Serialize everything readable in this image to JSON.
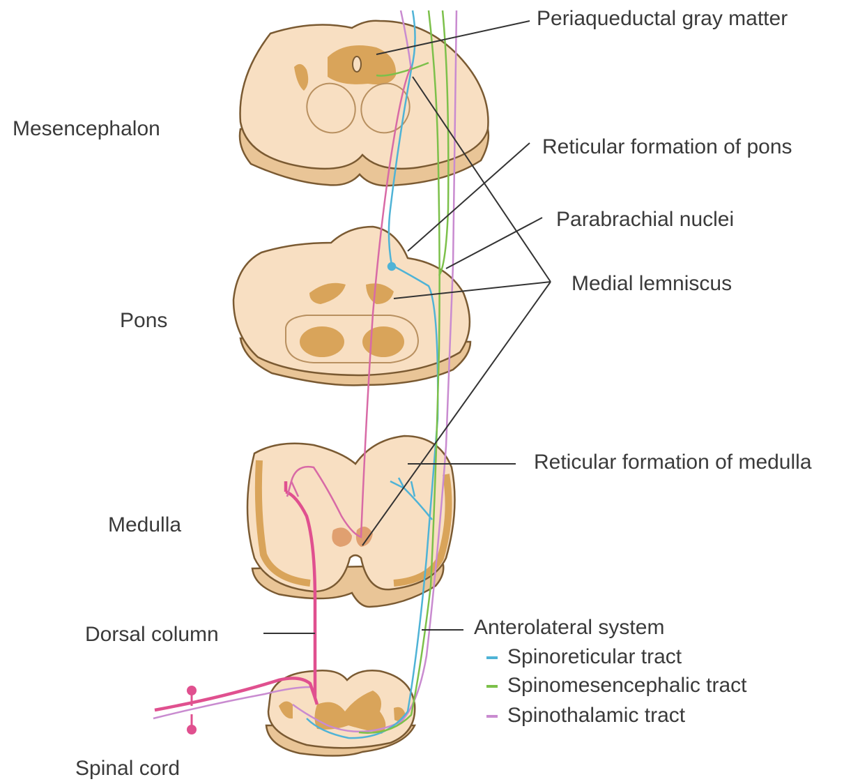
{
  "regions": {
    "mesencephalon": "Mesencephalon",
    "pons": "Pons",
    "medulla": "Medulla",
    "spinal_cord": "Spinal cord"
  },
  "callouts": {
    "periaqueductal": "Periaqueductal gray matter",
    "reticular_pons": "Reticular formation of pons",
    "parabrachial": "Parabrachial nuclei",
    "medial_lemniscus": "Medial lemniscus",
    "reticular_medulla": "Reticular formation of medulla",
    "dorsal_column": "Dorsal column"
  },
  "legend": {
    "title": "Anterolateral system",
    "items": [
      {
        "label": "Spinoreticular tract",
        "color": "#4fb3d6"
      },
      {
        "label": "Spinomesencephalic tract",
        "color": "#7cc04a"
      },
      {
        "label": "Spinothalamic tract",
        "color": "#c98bd0"
      }
    ]
  },
  "colors": {
    "tissue": "#f8dfc2",
    "tissue_edge": "#7a5a32",
    "gray_matter": "#d9a45a",
    "dorsal_column": "#e0508f",
    "spinoreticular": "#4fb3d6",
    "spinomesencephalic": "#7cc04a",
    "spinothalamic": "#c98bd0"
  }
}
